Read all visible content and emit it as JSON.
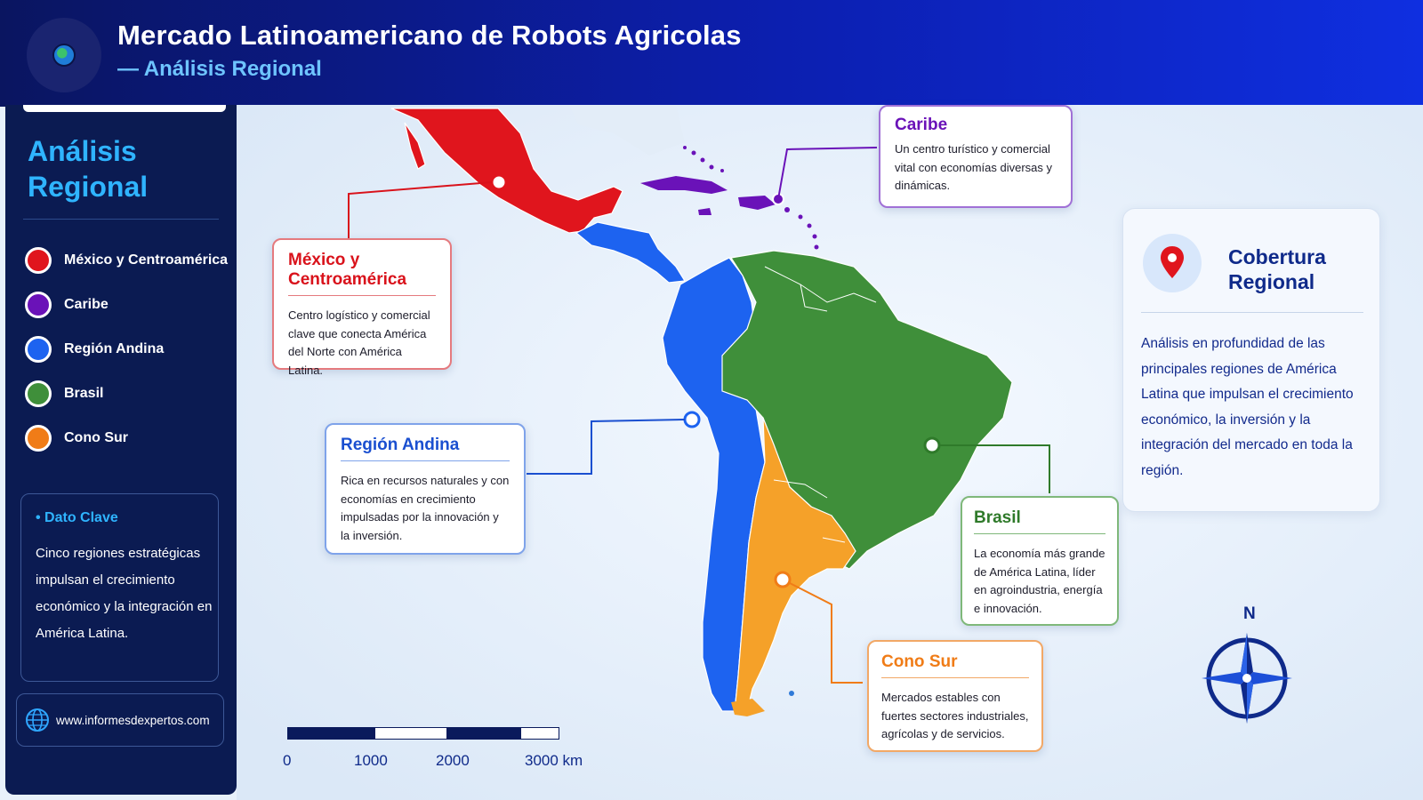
{
  "header": {
    "title": "Mercado Latinoamericano de Robots Agricolas",
    "subtitle": "— Análisis Regional"
  },
  "sidebar": {
    "title": "Análisis Regional",
    "legend": [
      {
        "label": "México y Centroamérica",
        "color": "#e0151d"
      },
      {
        "label": "Caribe",
        "color": "#6a12b8"
      },
      {
        "label": "Región Andina",
        "color": "#1d63f0"
      },
      {
        "label": "Brasil",
        "color": "#3f8f3a"
      },
      {
        "label": "Cono Sur",
        "color": "#f07c17"
      }
    ],
    "dato_clave": {
      "title": "Dato Clave",
      "text": "Cinco regiones estratégicas impulsan el crecimiento económico y la integración en América Latina."
    },
    "website": "www.informesdexpertos.com"
  },
  "callouts": {
    "mexico": {
      "title": "México y Centroamérica",
      "text": "Centro logístico y comercial clave que conecta América del Norte con América Latina.",
      "color": "#d9121b"
    },
    "caribe": {
      "title": "Caribe",
      "text": "Un centro turístico y comercial vital con economías diversas y dinámicas.",
      "color": "#6a12b8"
    },
    "andina": {
      "title": "Región Andina",
      "text": "Rica en recursos naturales y con economías en crecimiento impulsadas por la innovación y la inversión.",
      "color": "#1a4fd0"
    },
    "brasil": {
      "title": "Brasil",
      "text": "La economía más grande de América Latina, líder en agroindustria, energía e innovación.",
      "color": "#2f7a2a"
    },
    "conosur": {
      "title": "Cono Sur",
      "text": "Mercados estables con fuertes sectores industriales, agrícolas y de servicios.",
      "color": "#f07c17"
    }
  },
  "cobertura": {
    "title": "Cobertura Regional",
    "text": "Análisis en profundidad de las principales regiones de América Latina que impulsan el crecimiento económico, la inversión y la integración del mercado en toda la región."
  },
  "compass": {
    "north_label": "N"
  },
  "scale": {
    "labels": [
      "0",
      "1000",
      "2000",
      "3000 km"
    ]
  },
  "icons": {
    "header": "globe-icon",
    "cobertura": "map-pin-icon",
    "website": "web-globe-icon",
    "compass": "compass-rose-icon"
  }
}
